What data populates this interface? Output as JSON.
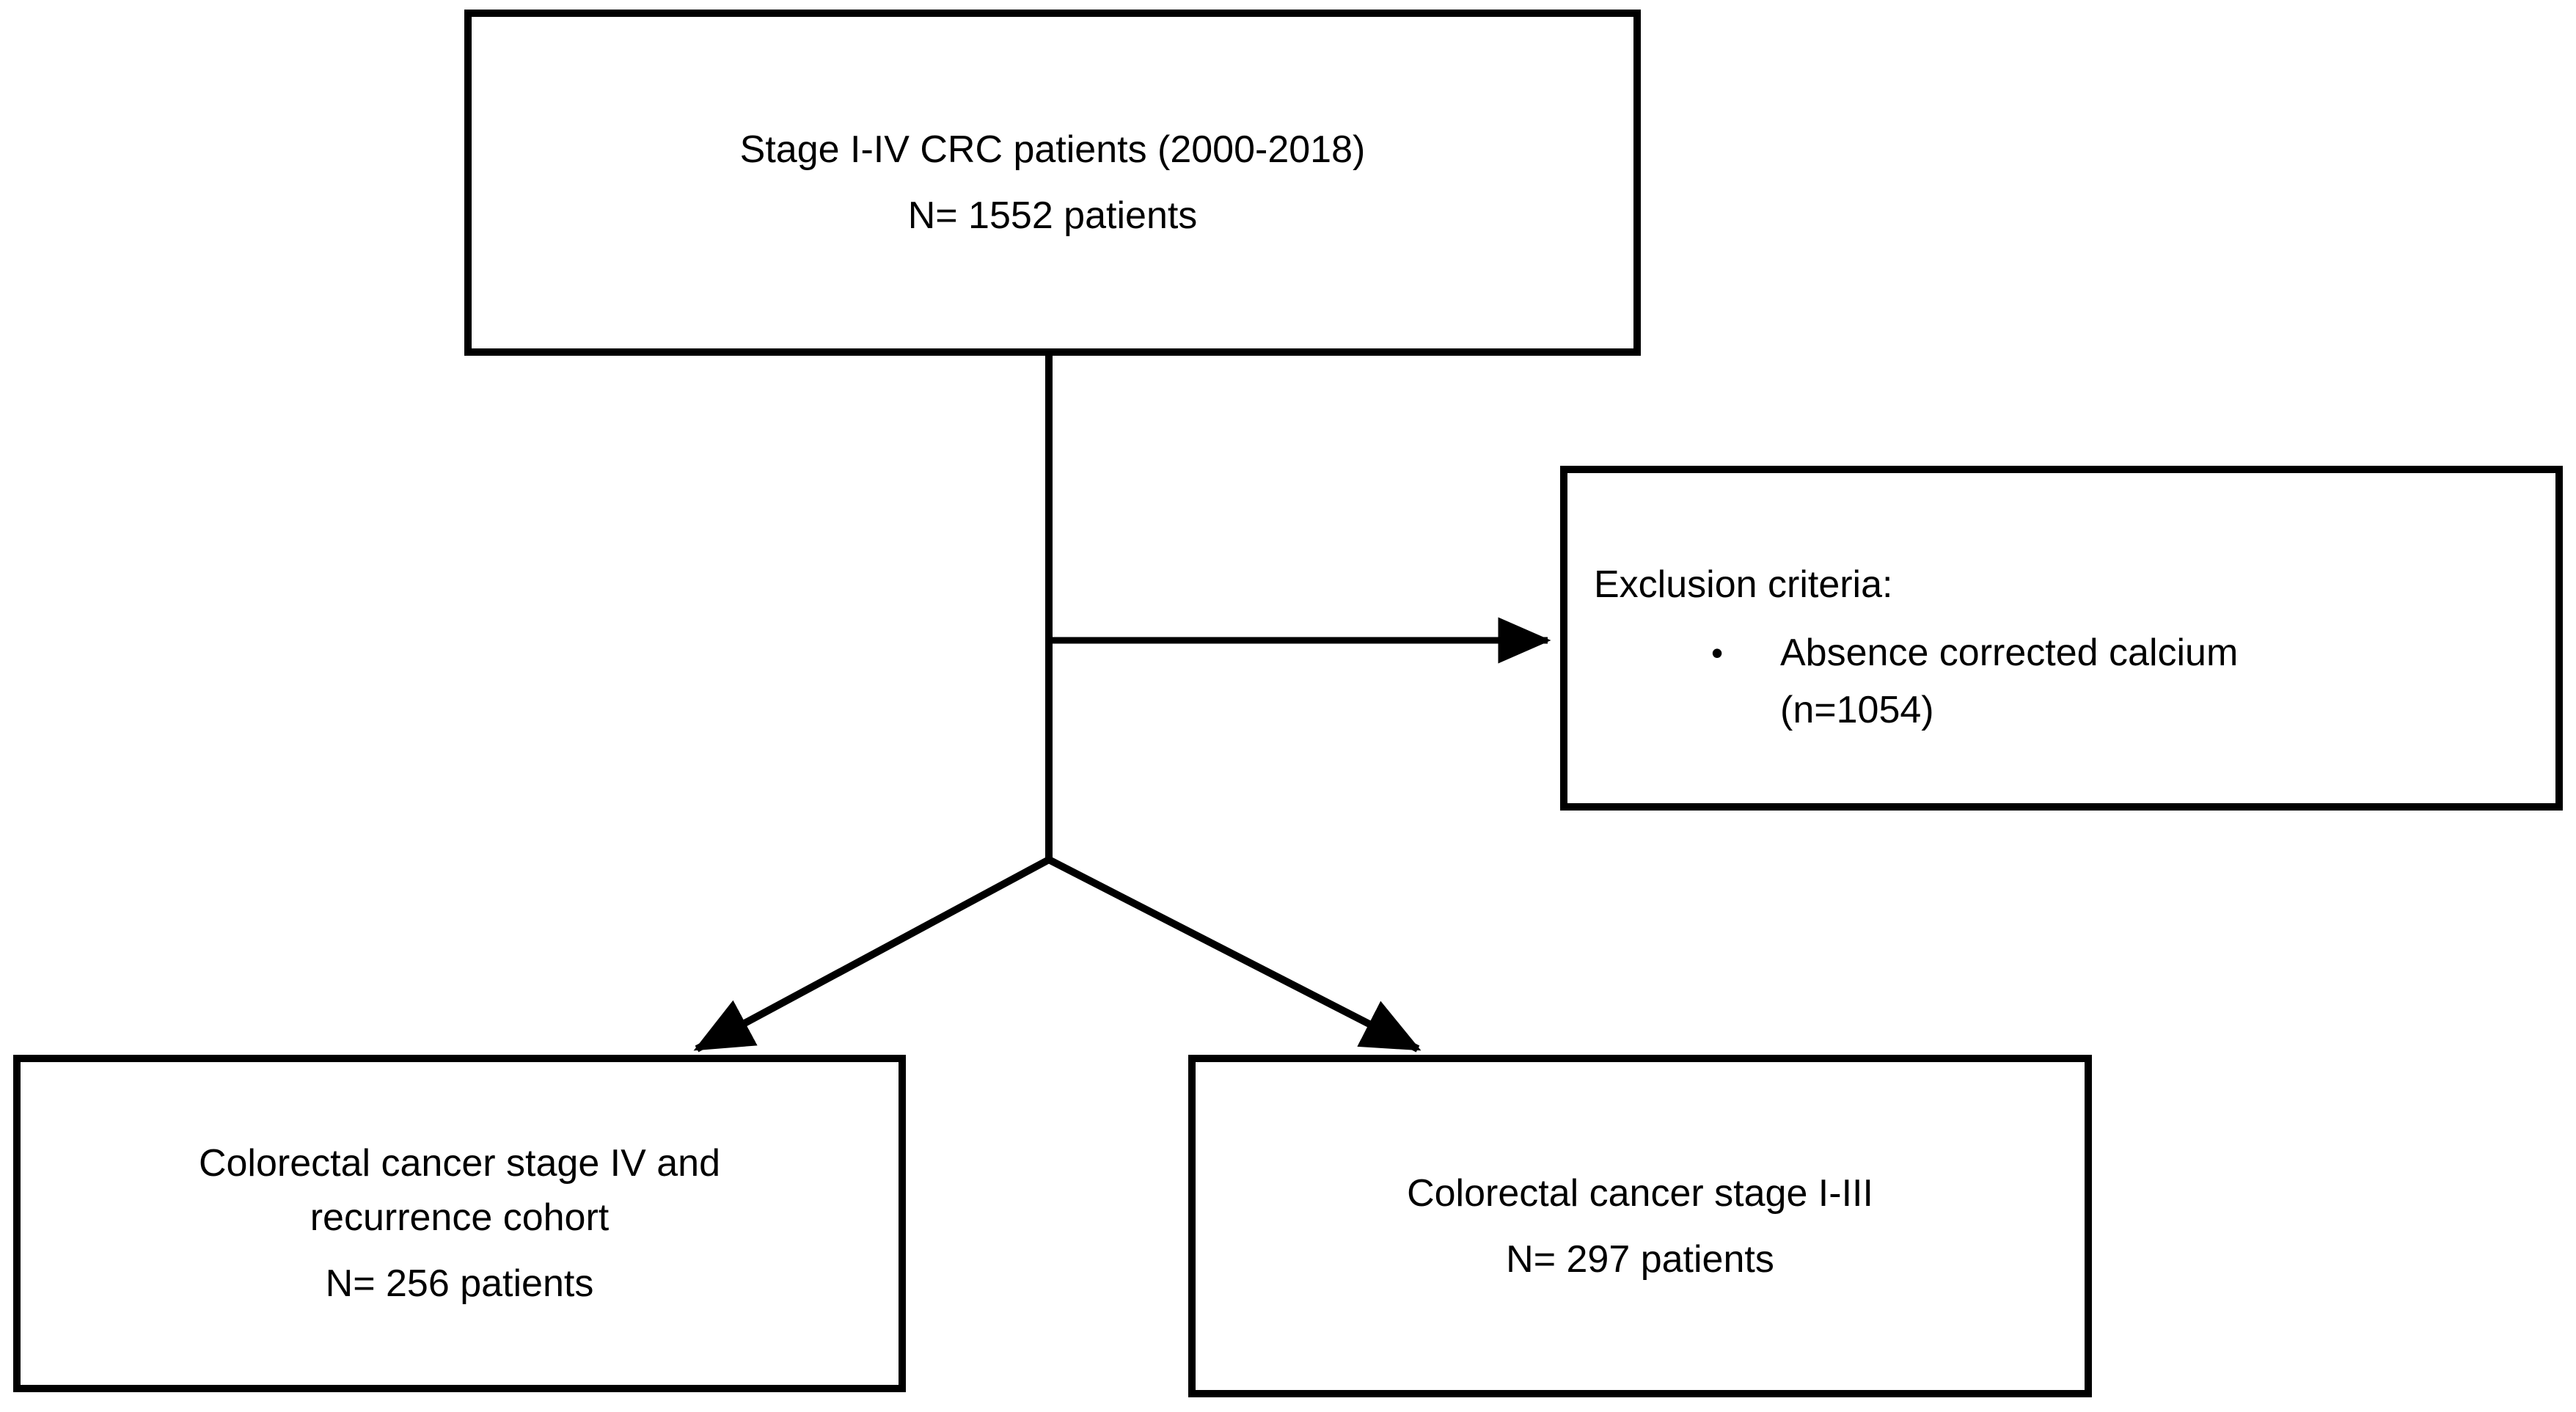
{
  "figure": {
    "background_color": "#ffffff",
    "line_color": "#000000",
    "text_color": "#000000"
  },
  "top_box": {
    "line1": "Stage I-IV CRC patients (2000-2018)",
    "line2": "N= 1552 patients"
  },
  "exclusion_box": {
    "title": "Exclusion criteria:",
    "bullet_glyph": "•",
    "bullet_line1": "Absence corrected calcium",
    "bullet_line2": "(n=1054)"
  },
  "stage_iv_box": {
    "line1": "Colorectal cancer stage IV and",
    "line2": "recurrence cohort",
    "line3": "N= 256 patients"
  },
  "stage_i_iii_box": {
    "line1": "Colorectal cancer stage I-III",
    "line2": "N= 297 patients"
  }
}
